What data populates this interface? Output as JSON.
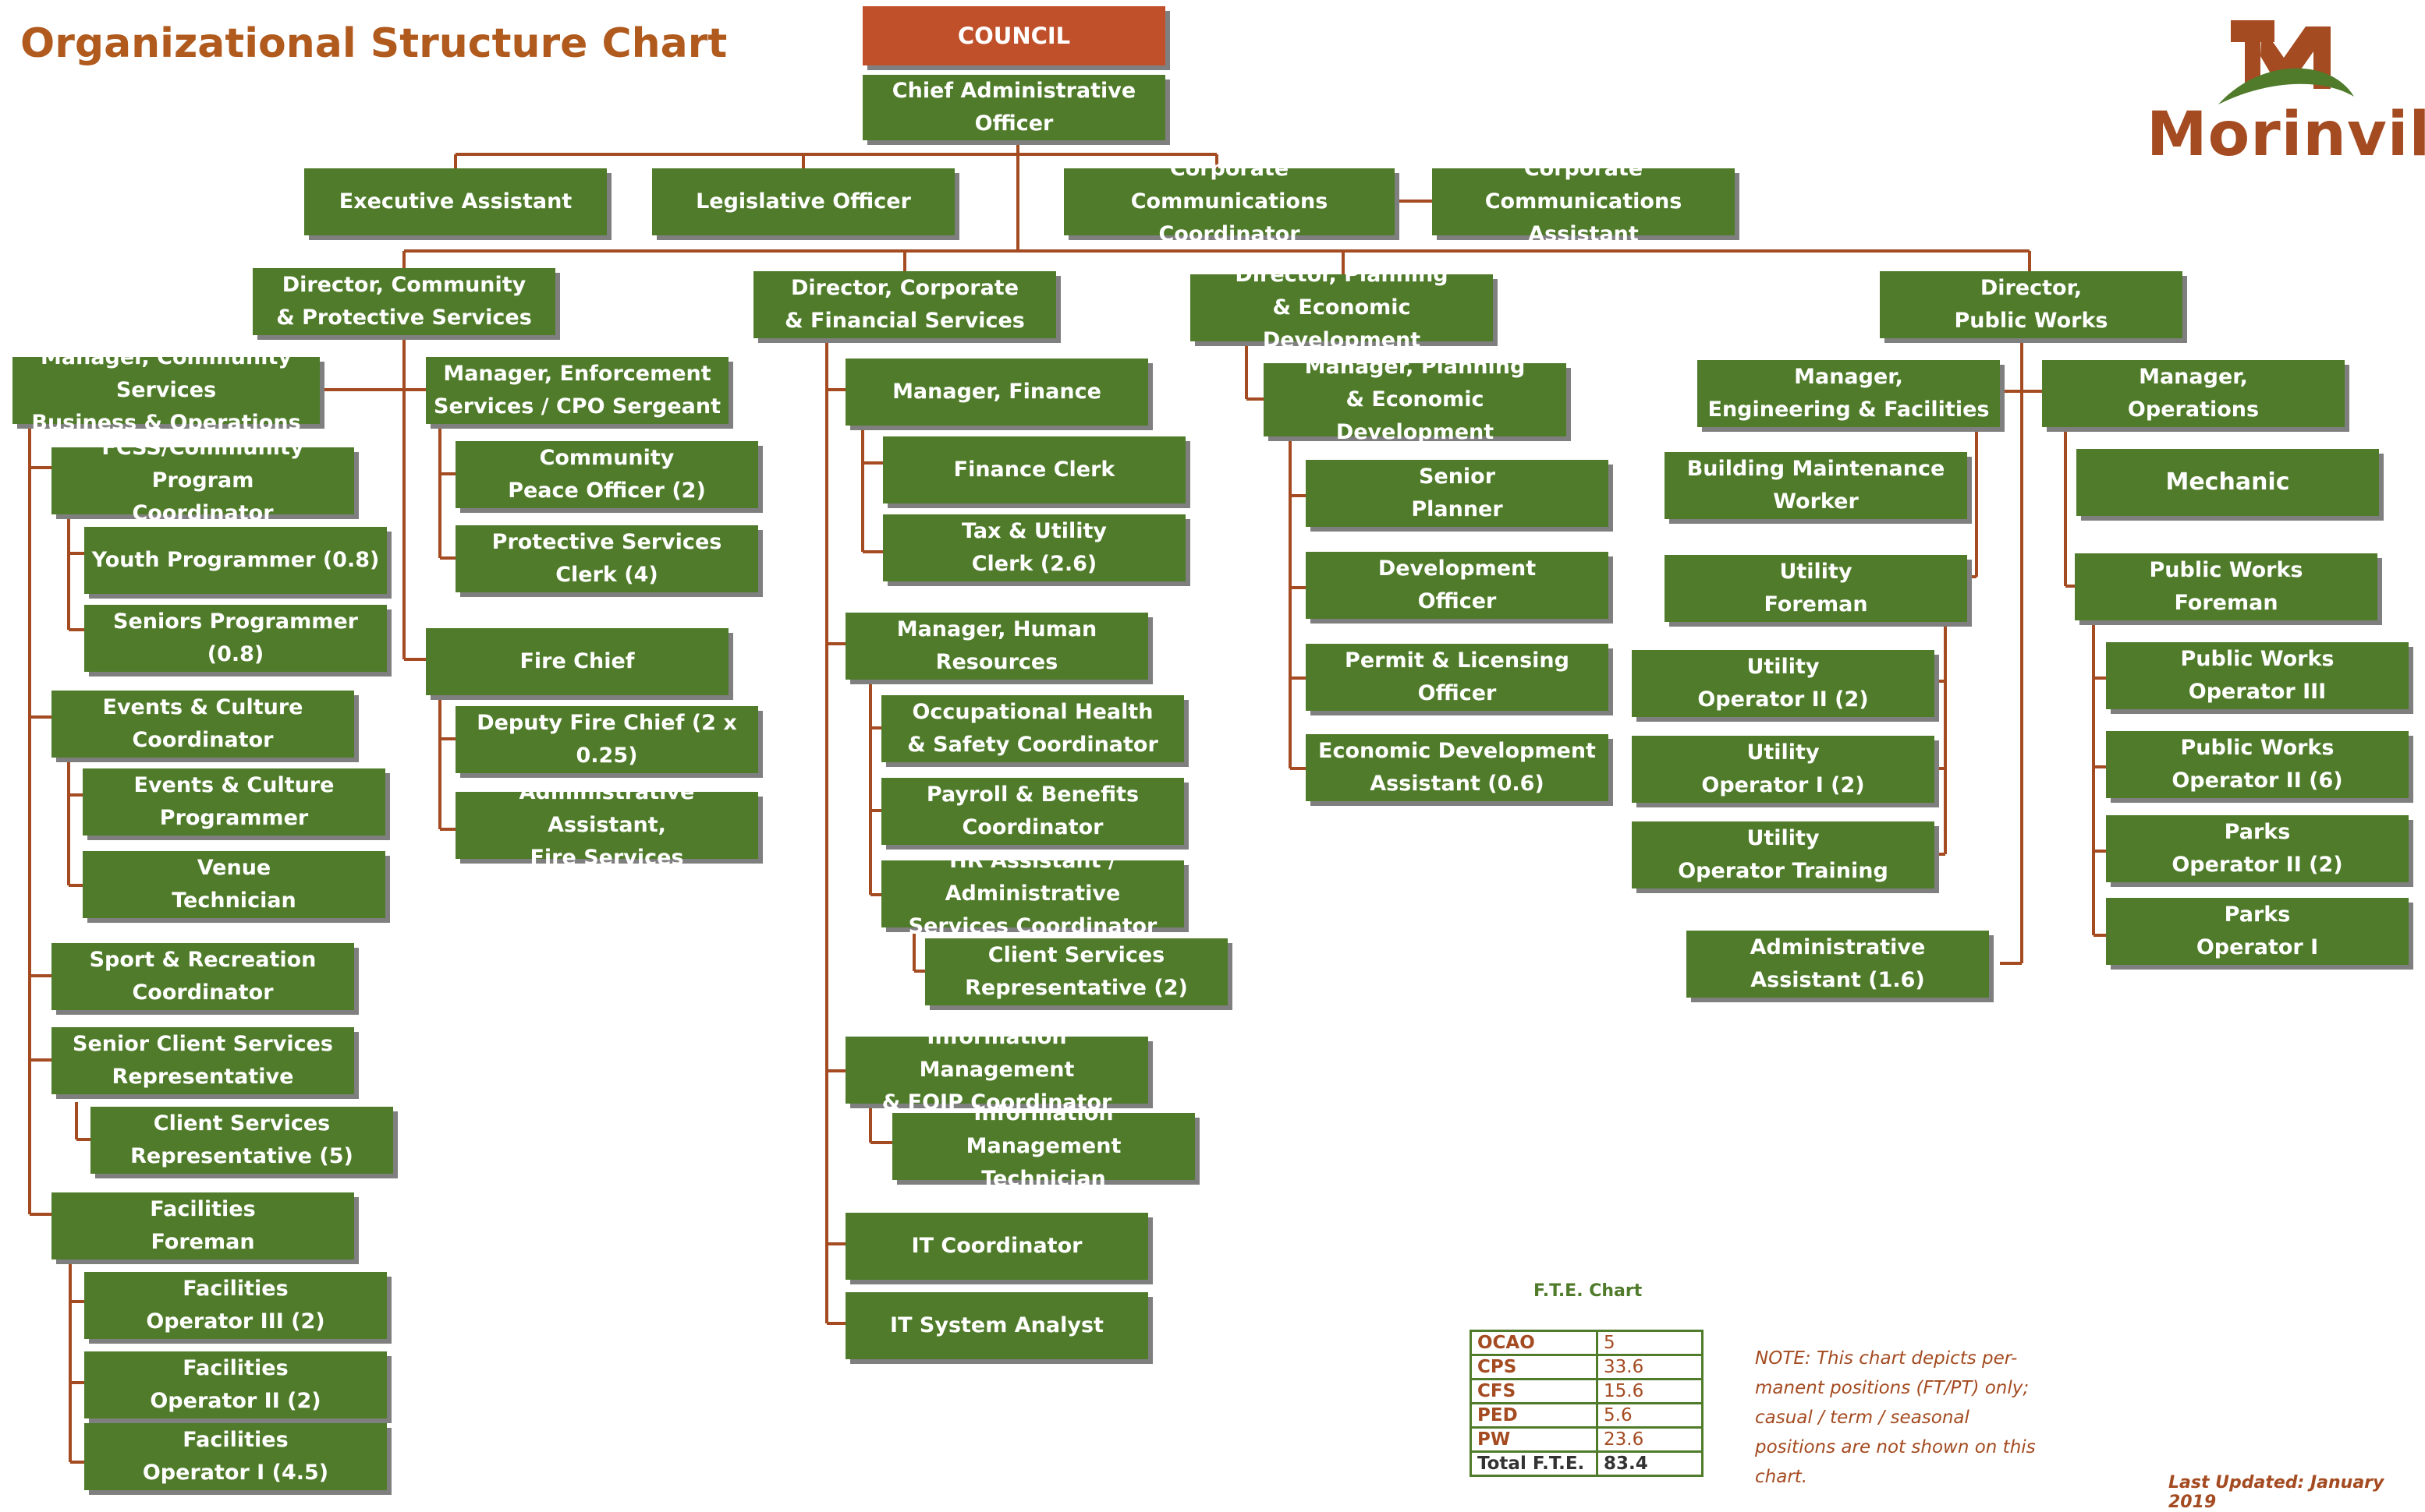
{
  "title": "Organizational Structure Chart",
  "logo": {
    "text": "Morinville",
    "icon": "morinville-m-logo-icon"
  },
  "colors": {
    "box": "#4f7b2a",
    "council": "#c0502a",
    "line": "#a44b21",
    "title": "#b05a1e"
  },
  "boxes": {
    "council": "COUNCIL",
    "cao": "Chief Administrative Officer",
    "exec_assistant": "Executive Assistant",
    "legislative_officer": "Legislative Officer",
    "comm_coordinator": "Corporate Communications\nCoordinator",
    "comm_assistant": "Corporate Communications\nAssistant",
    "dir_community": "Director, Community\n& Protective Services",
    "dir_corporate": "Director, Corporate\n& Financial Services",
    "dir_planning": "Director, Planning\n& Economic Development",
    "dir_public_works": "Director,\nPublic Works",
    "mgr_community": "Manager, Community Services\nBusiness & Operations",
    "fcss": "FCSS/Community Program\nCoordinator",
    "youth": "Youth Programmer (0.8)",
    "seniors": "Seniors Programmer (0.8)",
    "events_coord": "Events & Culture\nCoordinator",
    "events_prog": "Events & Culture\nProgrammer",
    "venue": "Venue\nTechnician",
    "sport": "Sport & Recreation\nCoordinator",
    "senior_client": "Senior Client Services\nRepresentative",
    "client_rep5": "Client Services\nRepresentative (5)",
    "fac_foreman": "Facilities\nForeman",
    "fac_op3": "Facilities\nOperator III (2)",
    "fac_op2": "Facilities\nOperator II (2)",
    "fac_op1": "Facilities\nOperator I (4.5)",
    "mgr_enforcement": "Manager, Enforcement\nServices / CPO Sergeant",
    "peace_officer": "Community\nPeace Officer (2)",
    "protective_clerk": "Protective Services\nClerk (4)",
    "fire_chief": "Fire Chief",
    "deputy_fire": "Deputy Fire Chief (2 x 0.25)",
    "admin_fire": "Administrative Assistant,\nFire Services",
    "mgr_finance": "Manager, Finance",
    "finance_clerk": "Finance Clerk",
    "tax_clerk": "Tax & Utility\nClerk (2.6)",
    "mgr_hr": "Manager, Human Resources",
    "ohs": "Occupational Health\n& Safety Coordinator",
    "payroll": "Payroll & Benefits\nCoordinator",
    "hr_assistant": "HR Assistant / Administrative\nServices Coordinator",
    "client_rep2": "Client Services\nRepresentative (2)",
    "info_mgmt": "Information Management\n& FOIP Coordinator",
    "info_tech": "Information Management\nTechnician",
    "it_coord": "IT Coordinator",
    "it_analyst": "IT System Analyst",
    "mgr_planning": "Manager, Planning\n& Economic Development",
    "senior_planner": "Senior\nPlanner",
    "dev_officer": "Development\nOfficer",
    "permit_officer": "Permit & Licensing\nOfficer",
    "econ_assistant": "Economic Development\nAssistant (0.6)",
    "mgr_engineering": "Manager,\nEngineering & Facilities",
    "bldg_maint": "Building Maintenance\nWorker",
    "utility_foreman": "Utility\nForeman",
    "utility_op2": "Utility\nOperator II (2)",
    "utility_op1": "Utility\nOperator I (2)",
    "utility_training": "Utility\nOperator Training",
    "admin_pw": "Administrative\nAssistant (1.6)",
    "mgr_operations": "Manager,\nOperations",
    "mechanic": "Mechanic",
    "pw_foreman": "Public Works\nForeman",
    "pw_op3": "Public Works\nOperator III",
    "pw_op2": "Public Works\nOperator II (6)",
    "parks_op2": "Parks\nOperator II (2)",
    "parks_op1": "Parks\nOperator I"
  },
  "fte": {
    "title": "F.T.E. Chart",
    "rows": [
      {
        "label": "OCAO",
        "value": "5"
      },
      {
        "label": "CPS",
        "value": "33.6"
      },
      {
        "label": "CFS",
        "value": "15.6"
      },
      {
        "label": "PED",
        "value": "5.6"
      },
      {
        "label": "PW",
        "value": "23.6"
      }
    ],
    "total": {
      "label": "Total F.T.E.",
      "value": "83.4"
    }
  },
  "note": "NOTE:  This chart depicts per-manent positions (FT/PT) only; casual / term / seasonal positions are not shown on this chart.",
  "updated": "Last Updated: January 2019"
}
